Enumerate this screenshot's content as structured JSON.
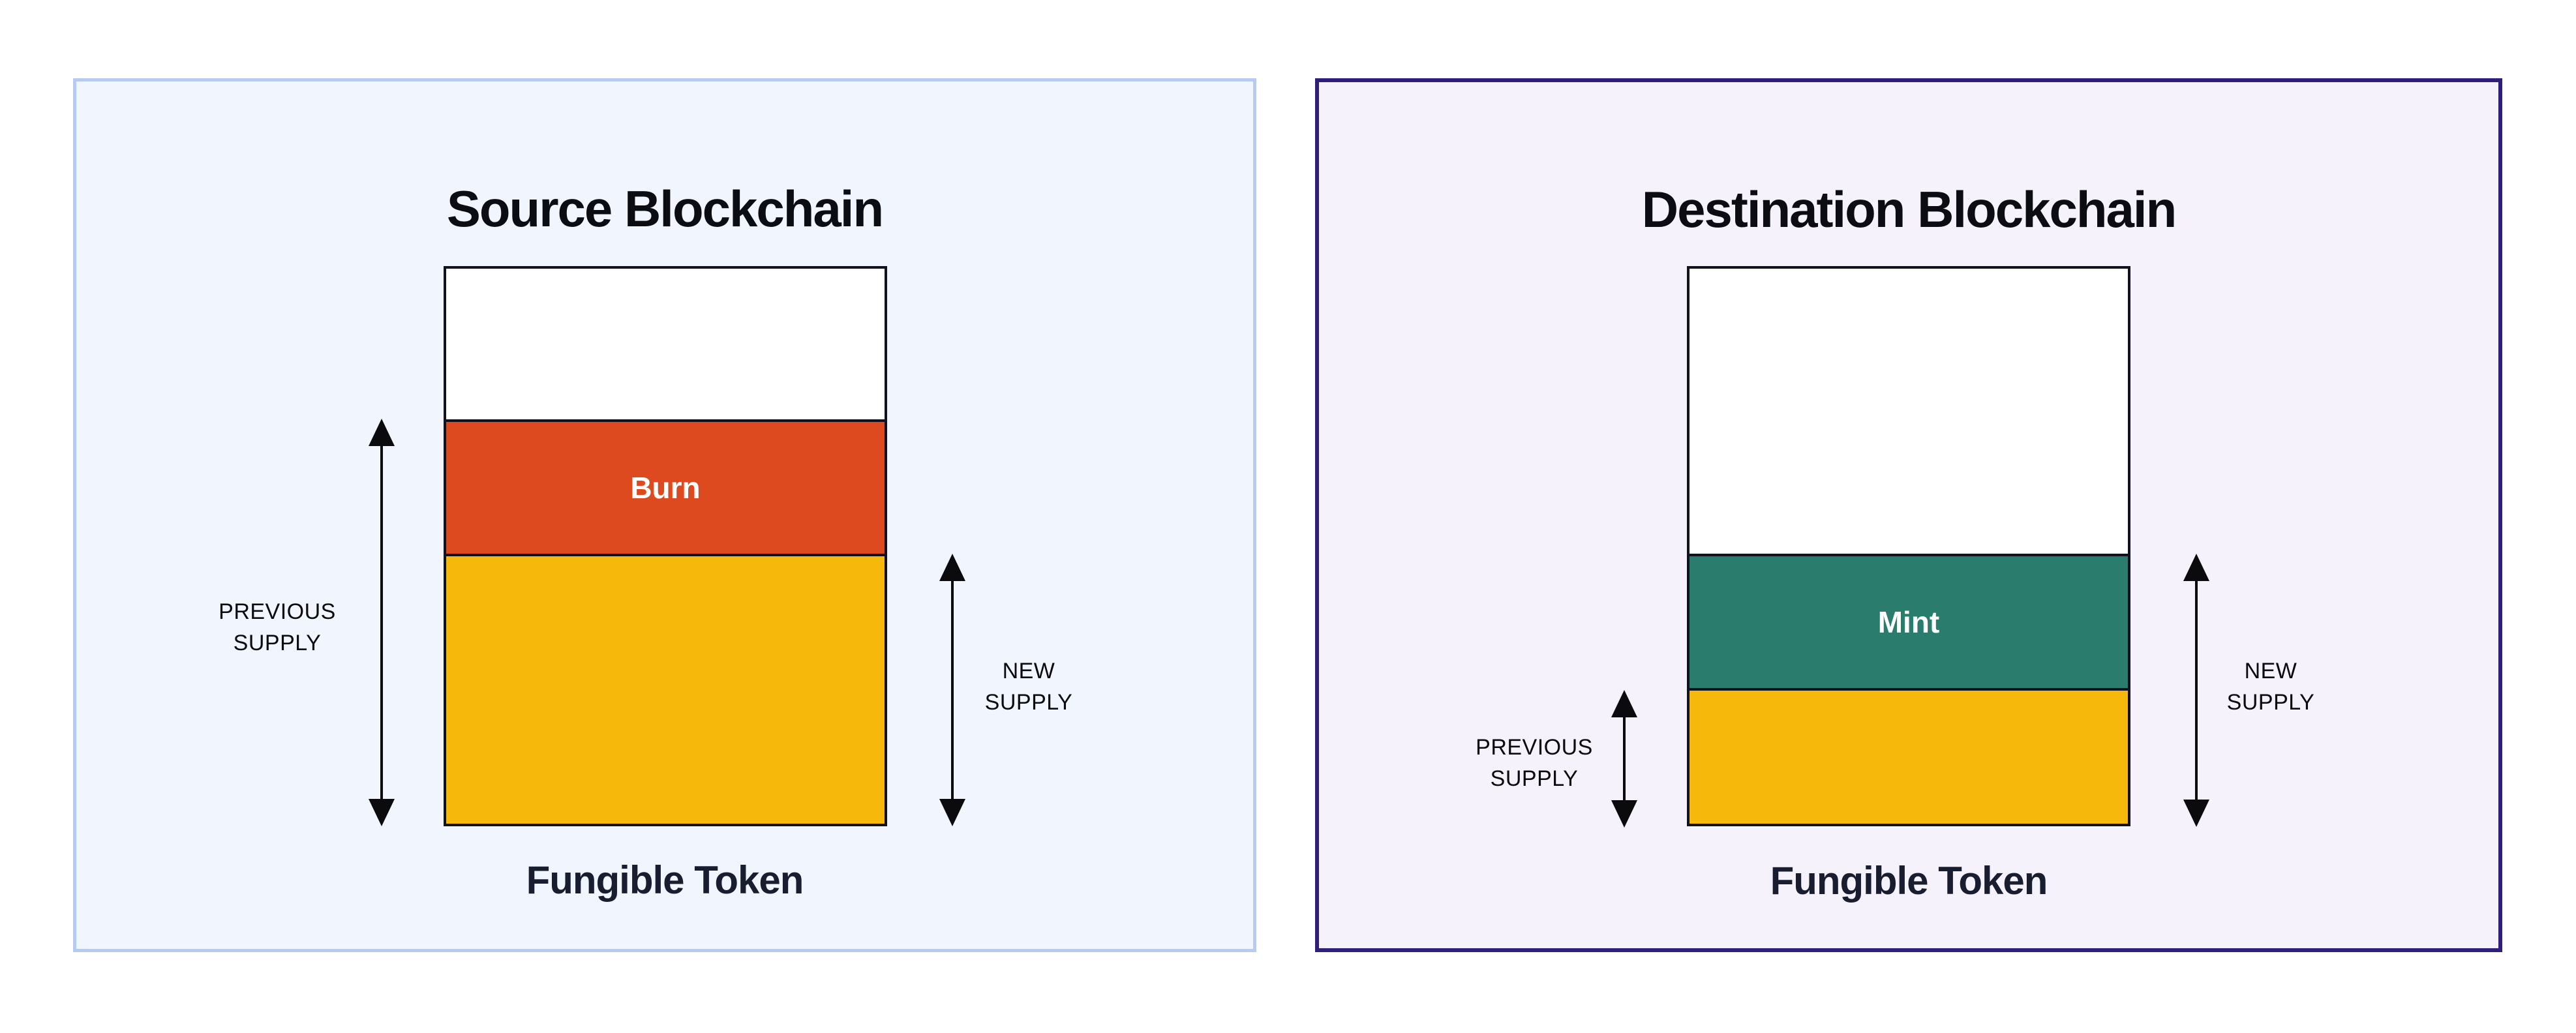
{
  "colors": {
    "page-bg": "#FFFFFF",
    "source-panel-bg": "#F1F5FD",
    "source-panel-border": "#B7CBF2",
    "dest-panel-bg": "#F5F2FB",
    "dest-panel-border": "#2F1E7B",
    "box-border": "#10131F",
    "burn-orange": "#DE4A1F",
    "mint-teal": "#2A7C6D",
    "supply-yellow": "#F6B80B",
    "title-color": "#0C0D12",
    "caption-color": "#191D30",
    "label-color": "#0B0B0E",
    "arrow-color": "#0B0B0E"
  },
  "source_panel": {
    "title": "Source Blockchain",
    "caption": "Fungible Token",
    "box": {
      "segments": [
        {
          "name": "headroom",
          "label": "",
          "height_pct": 27.2,
          "color": "#FFFFFF",
          "text_color": "#FFFFFF"
        },
        {
          "name": "burn",
          "label": "Burn",
          "height_pct": 24.1,
          "color": "#DE4A1F",
          "text_color": "#FFFFFF"
        },
        {
          "name": "remaining-supply",
          "label": "",
          "height_pct": 48.7,
          "color": "#F6B80B",
          "text_color": "#FFFFFF"
        }
      ]
    },
    "previous_supply_label": {
      "line1": "PREVIOUS",
      "line2": "SUPPLY"
    },
    "new_supply_label": {
      "line1": "NEW",
      "line2": "SUPPLY"
    }
  },
  "destination_panel": {
    "title": "Destination Blockchain",
    "caption": "Fungible Token",
    "box": {
      "segments": [
        {
          "name": "headroom",
          "label": "",
          "height_pct": 51.3,
          "color": "#FFFFFF",
          "text_color": "#FFFFFF"
        },
        {
          "name": "mint",
          "label": "Mint",
          "height_pct": 24.3,
          "color": "#2A7C6D",
          "text_color": "#FFFFFF"
        },
        {
          "name": "previous-supply",
          "label": "",
          "height_pct": 24.4,
          "color": "#F6B80B",
          "text_color": "#FFFFFF"
        }
      ]
    },
    "previous_supply_label": {
      "line1": "PREVIOUS",
      "line2": "SUPPLY"
    },
    "new_supply_label": {
      "line1": "NEW",
      "line2": "SUPPLY"
    }
  }
}
